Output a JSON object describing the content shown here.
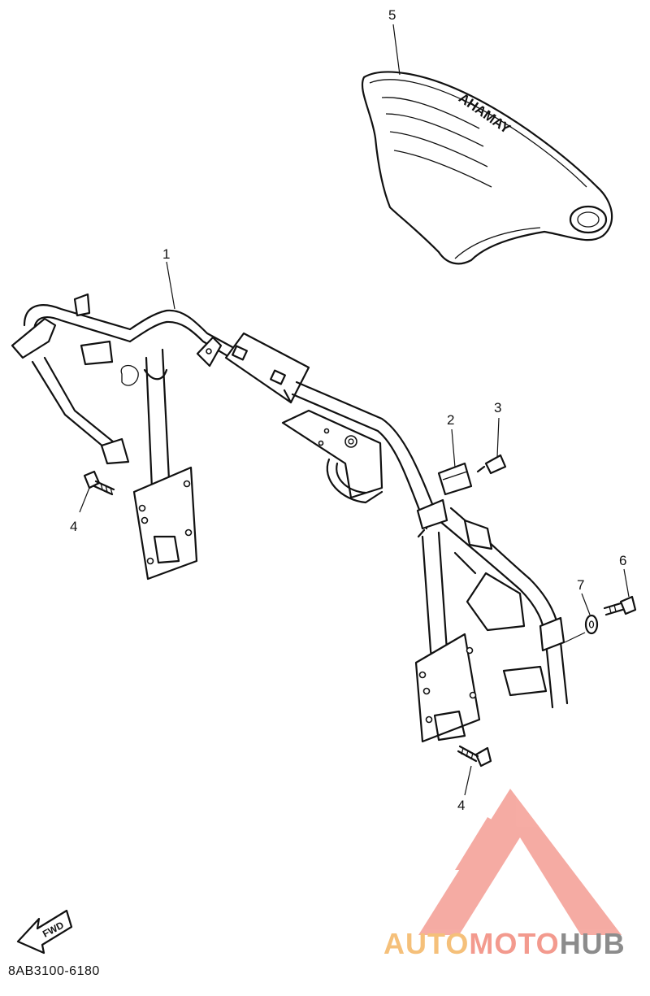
{
  "diagram": {
    "callouts": [
      {
        "id": "c1",
        "label": "1"
      },
      {
        "id": "c2",
        "label": "2"
      },
      {
        "id": "c3",
        "label": "3"
      },
      {
        "id": "c4a",
        "label": "4"
      },
      {
        "id": "c4b",
        "label": "4"
      },
      {
        "id": "c5",
        "label": "5"
      },
      {
        "id": "c6",
        "label": "6"
      },
      {
        "id": "c7",
        "label": "7"
      }
    ],
    "seat_brand": "YAMAHA",
    "fwd_label": "FWD",
    "diagram_code": "8AB3100-6180"
  },
  "watermark": {
    "part1": "AUTO",
    "part2": "MOTO",
    "part3": "HUB",
    "colors": {
      "auto": "#f5c07a",
      "moto": "#f39a8e",
      "hub": "#8c8c8c",
      "logo": "#f5a39a"
    }
  }
}
